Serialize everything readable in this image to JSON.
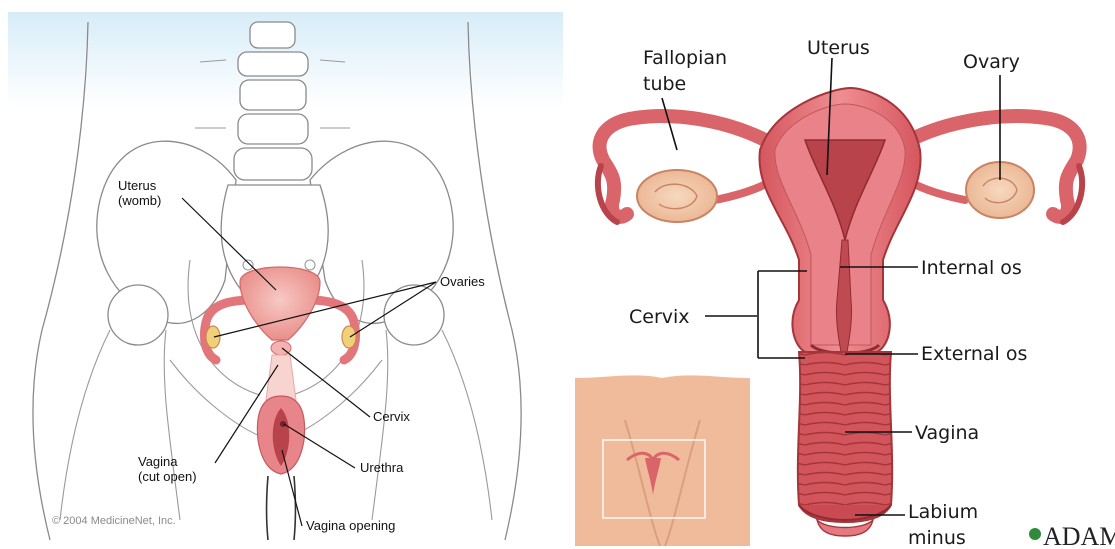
{
  "left_diagram": {
    "labels": {
      "uterus": "Uterus\n(womb)",
      "ovaries": "Ovaries",
      "cervix": "Cervix",
      "vagina": "Vagina\n(cut open)",
      "urethra": "Urethra",
      "vagina_opening": "Vagina opening"
    },
    "copyright": "© 2004 MedicineNet, Inc."
  },
  "right_diagram": {
    "labels": {
      "fallopian_tube": "Fallopian\ntube",
      "uterus": "Uterus",
      "ovary": "Ovary",
      "internal_os": "Internal os",
      "cervix": "Cervix",
      "external_os": "External os",
      "vagina": "Vagina",
      "labium_minus": "Labium\nminus"
    },
    "logo": "ADAM",
    "colors": {
      "tissue": "#e4757a",
      "tissue_dark": "#b8434a",
      "ovary": "#f2c7a7",
      "skin": "#f3c2a3"
    }
  }
}
